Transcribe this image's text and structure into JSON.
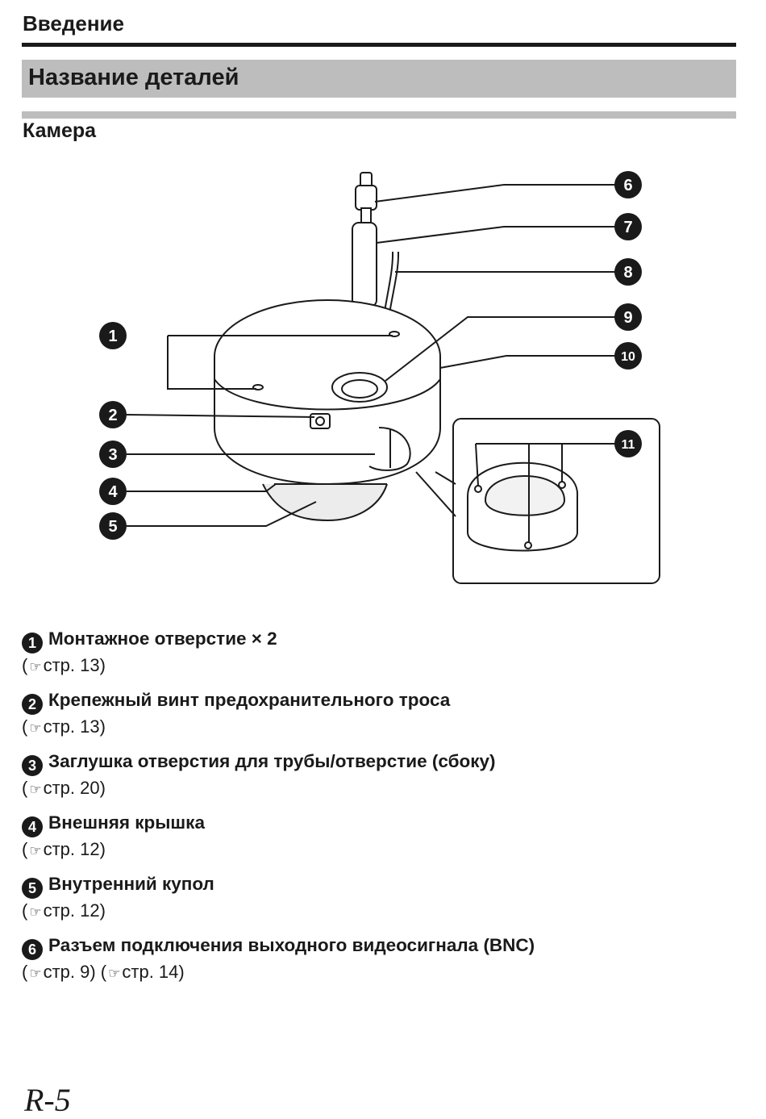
{
  "header": {
    "section": "Введение",
    "title": "Название деталей",
    "subsection": "Камера"
  },
  "figure": {
    "callouts": [
      "1",
      "2",
      "3",
      "4",
      "5",
      "6",
      "7",
      "8",
      "9",
      "10",
      "11"
    ]
  },
  "parts": [
    {
      "num": "1",
      "title": "Монтажное отверстие × 2",
      "ref": "стр. 13)"
    },
    {
      "num": "2",
      "title": "Крепежный винт предохранительного троса",
      "ref": "стр. 13)"
    },
    {
      "num": "3",
      "title": "Заглушка отверстия для трубы/отверстие (сбоку)",
      "ref": "стр. 20)"
    },
    {
      "num": "4",
      "title": "Внешняя крышка",
      "ref": "стр. 12)"
    },
    {
      "num": "5",
      "title": "Внутренний купол",
      "ref": "стр. 12)"
    },
    {
      "num": "6",
      "title": "Разъем подключения выходного видеосигнала (BNC)",
      "ref": "стр. 9)",
      "ref2": "стр. 14)"
    }
  ],
  "page_number": "R-5",
  "icons": {
    "reference": "pointing-hand-icon"
  }
}
